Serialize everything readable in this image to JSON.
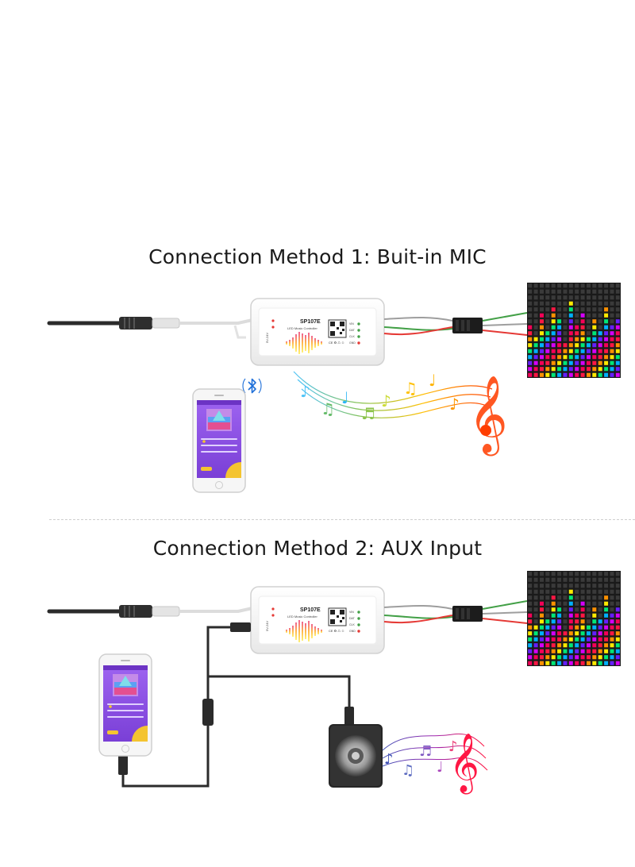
{
  "section1": {
    "title": "Connection Method 1: Buit-in MIC"
  },
  "section2": {
    "title": "Connection Method 2: AUX Input"
  },
  "controller": {
    "model": "SP107E",
    "subtitle": "LED Music Controller",
    "side_label": "5V-24V",
    "ports": [
      "VIN",
      "DAT",
      "CLK",
      "GND"
    ],
    "marks": "CE ♻ ♺ ♲"
  },
  "colors": {
    "cable": "#2b2b2b",
    "phone_screen": "#8b4fe0",
    "accent_yellow": "#f4c430",
    "bluetooth": "#1e6fd9"
  },
  "icons": [
    "bluetooth-icon",
    "music-notes-icon",
    "treble-clef-icon",
    "speaker-icon",
    "led-matrix-icon",
    "smartphone-icon"
  ]
}
